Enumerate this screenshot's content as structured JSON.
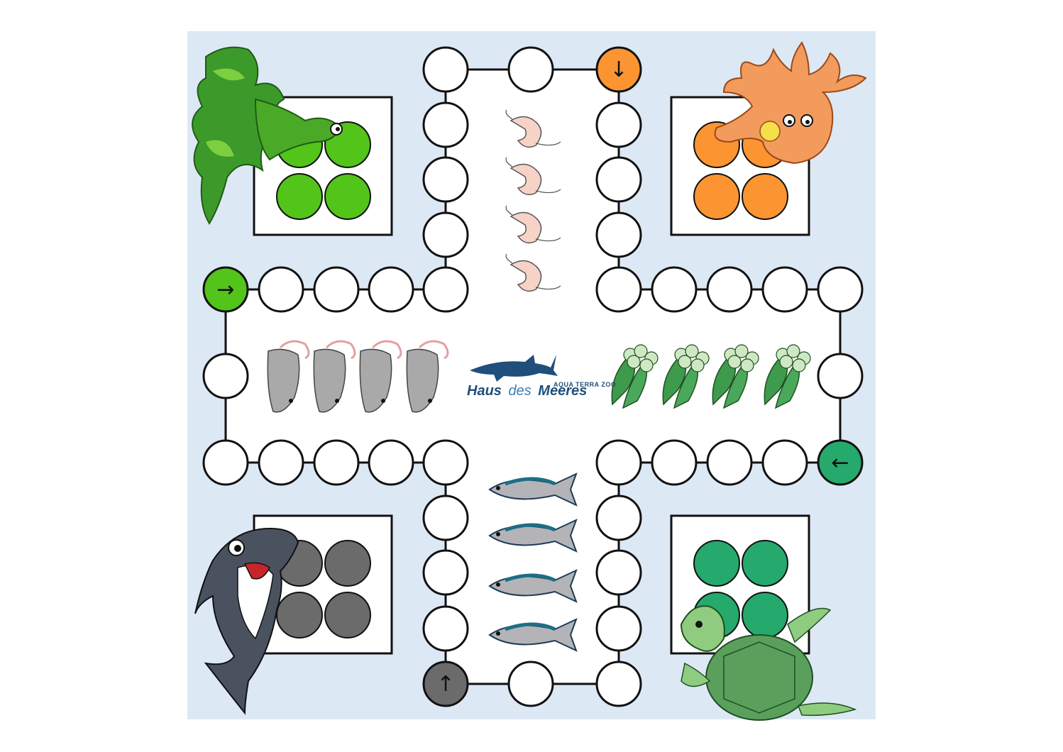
{
  "logo": {
    "brand_line1": "AQUA TERRA ZOO",
    "brand_name_part1": "Haus",
    "brand_name_part2": "des",
    "brand_name_part3": "Meeres"
  },
  "players": [
    {
      "id": "green",
      "color": "#52c41a",
      "mascot": "chameleon-icon",
      "start_arrow": "→"
    },
    {
      "id": "orange",
      "color": "#fb9431",
      "mascot": "octopus-icon",
      "start_arrow": "↓"
    },
    {
      "id": "teal",
      "color": "#26a96c",
      "mascot": "turtle-icon",
      "start_arrow": "←"
    },
    {
      "id": "gray",
      "color": "#6b6b6b",
      "mascot": "shark-icon",
      "start_arrow": "↑"
    }
  ],
  "home_lanes": [
    {
      "player": "orange",
      "icon": "shrimp-icon"
    },
    {
      "player": "green",
      "icon": "mouse-icon"
    },
    {
      "player": "teal",
      "icon": "cucumber-icon"
    },
    {
      "player": "gray",
      "icon": "fish-icon"
    }
  ],
  "colors": {
    "board_bg": "#dde8f5",
    "field_fill": "#ffffff",
    "field_stroke": "#111111",
    "cross_fill": "#ffffff",
    "logo_blue": "#1f4f7a"
  }
}
